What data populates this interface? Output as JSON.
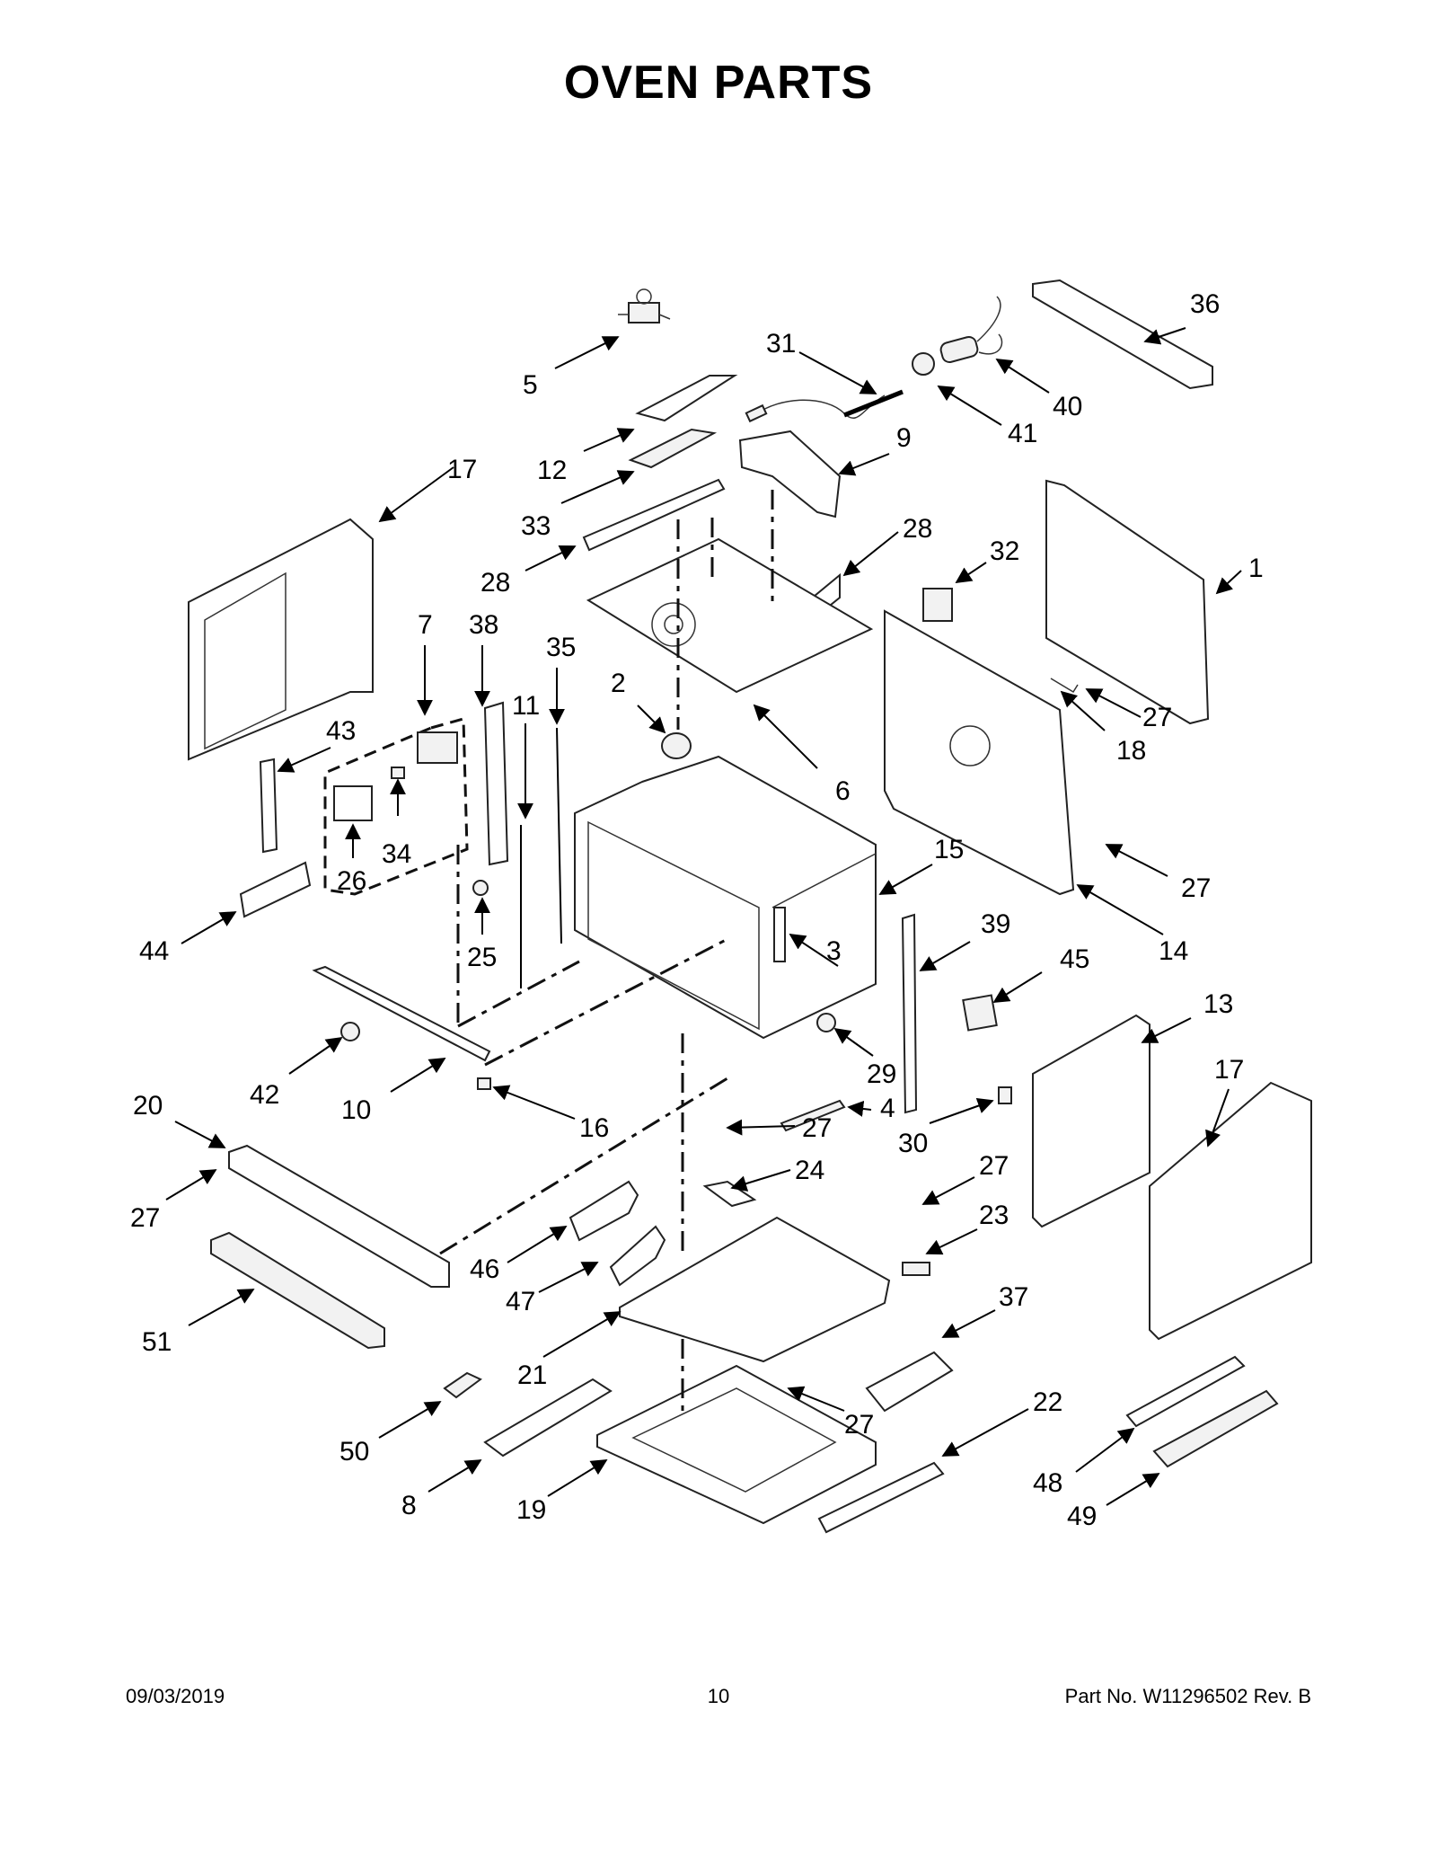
{
  "header": {
    "title": "OVEN  PARTS"
  },
  "footer": {
    "date": "09/03/2019",
    "page": "10",
    "part_number": "Part No.  W11296502   Rev.  B"
  },
  "callouts": [
    {
      "id": "c1",
      "text": "1"
    },
    {
      "id": "c2",
      "text": "2"
    },
    {
      "id": "c3",
      "text": "3"
    },
    {
      "id": "c4",
      "text": "4"
    },
    {
      "id": "c5",
      "text": "5"
    },
    {
      "id": "c6",
      "text": "6"
    },
    {
      "id": "c7",
      "text": "7"
    },
    {
      "id": "c8",
      "text": "8"
    },
    {
      "id": "c9",
      "text": "9"
    },
    {
      "id": "c10",
      "text": "10"
    },
    {
      "id": "c11",
      "text": "11"
    },
    {
      "id": "c12",
      "text": "12"
    },
    {
      "id": "c13",
      "text": "13"
    },
    {
      "id": "c14",
      "text": "14"
    },
    {
      "id": "c15",
      "text": "15"
    },
    {
      "id": "c16",
      "text": "16"
    },
    {
      "id": "c17a",
      "text": "17"
    },
    {
      "id": "c17b",
      "text": "17"
    },
    {
      "id": "c18",
      "text": "18"
    },
    {
      "id": "c19",
      "text": "19"
    },
    {
      "id": "c20",
      "text": "20"
    },
    {
      "id": "c21",
      "text": "21"
    },
    {
      "id": "c22",
      "text": "22"
    },
    {
      "id": "c23",
      "text": "23"
    },
    {
      "id": "c24",
      "text": "24"
    },
    {
      "id": "c25",
      "text": "25"
    },
    {
      "id": "c26",
      "text": "26"
    },
    {
      "id": "c27a",
      "text": "27"
    },
    {
      "id": "c27b",
      "text": "27"
    },
    {
      "id": "c27c",
      "text": "27"
    },
    {
      "id": "c27d",
      "text": "27"
    },
    {
      "id": "c27e",
      "text": "27"
    },
    {
      "id": "c27f",
      "text": "27"
    },
    {
      "id": "c28a",
      "text": "28"
    },
    {
      "id": "c28b",
      "text": "28"
    },
    {
      "id": "c29",
      "text": "29"
    },
    {
      "id": "c30",
      "text": "30"
    },
    {
      "id": "c31",
      "text": "31"
    },
    {
      "id": "c32",
      "text": "32"
    },
    {
      "id": "c33",
      "text": "33"
    },
    {
      "id": "c34",
      "text": "34"
    },
    {
      "id": "c35",
      "text": "35"
    },
    {
      "id": "c36",
      "text": "36"
    },
    {
      "id": "c37",
      "text": "37"
    },
    {
      "id": "c38",
      "text": "38"
    },
    {
      "id": "c39",
      "text": "39"
    },
    {
      "id": "c40",
      "text": "40"
    },
    {
      "id": "c41",
      "text": "41"
    },
    {
      "id": "c42",
      "text": "42"
    },
    {
      "id": "c43",
      "text": "43"
    },
    {
      "id": "c44",
      "text": "44"
    },
    {
      "id": "c45",
      "text": "45"
    },
    {
      "id": "c46",
      "text": "46"
    },
    {
      "id": "c47",
      "text": "47"
    },
    {
      "id": "c48",
      "text": "48"
    },
    {
      "id": "c49",
      "text": "49"
    },
    {
      "id": "c50",
      "text": "50"
    },
    {
      "id": "c51",
      "text": "51"
    }
  ]
}
